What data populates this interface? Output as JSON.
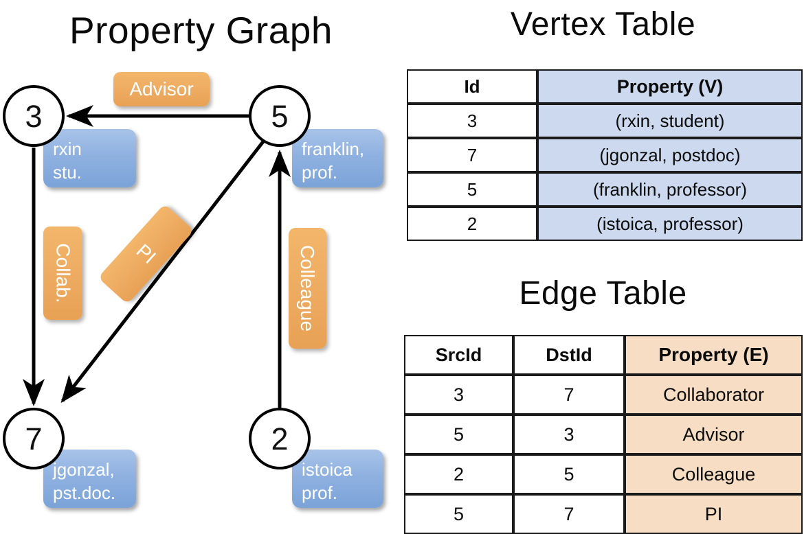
{
  "titles": {
    "graph": "Property Graph",
    "vertex_table": "Vertex Table",
    "edge_table": "Edge Table"
  },
  "colors": {
    "vertex_property_fill": "#8fb1e0",
    "edge_property_fill": "#eead63",
    "vertex_table_header_fill": "#ccd9ee",
    "edge_table_header_fill": "#f6ddc3",
    "stroke": "#000000",
    "background": "#ffffff"
  },
  "graph": {
    "vertices": [
      {
        "id": "3",
        "property": "rxin\nstu."
      },
      {
        "id": "5",
        "property": "franklin,\nprof."
      },
      {
        "id": "7",
        "property": "jgonzal,\npst.doc."
      },
      {
        "id": "2",
        "property": "istoica\nprof."
      }
    ],
    "edge_labels": [
      {
        "label": "Advisor",
        "from": "5",
        "to": "3"
      },
      {
        "label": "Collab.",
        "from": "3",
        "to": "7"
      },
      {
        "label": "PI",
        "from": "5",
        "to": "7"
      },
      {
        "label": "Colleague",
        "from": "2",
        "to": "5"
      }
    ]
  },
  "vertex_table": {
    "headers": [
      "Id",
      "Property (V)"
    ],
    "rows": [
      {
        "id": "3",
        "property": "(rxin, student)"
      },
      {
        "id": "7",
        "property": "(jgonzal, postdoc)"
      },
      {
        "id": "5",
        "property": "(franklin, professor)"
      },
      {
        "id": "2",
        "property": "(istoica, professor)"
      }
    ]
  },
  "edge_table": {
    "headers": [
      "SrcId",
      "DstId",
      "Property (E)"
    ],
    "rows": [
      {
        "src": "3",
        "dst": "7",
        "property": "Collaborator"
      },
      {
        "src": "5",
        "dst": "3",
        "property": "Advisor"
      },
      {
        "src": "2",
        "dst": "5",
        "property": "Colleague"
      },
      {
        "src": "5",
        "dst": "7",
        "property": "PI"
      }
    ]
  }
}
